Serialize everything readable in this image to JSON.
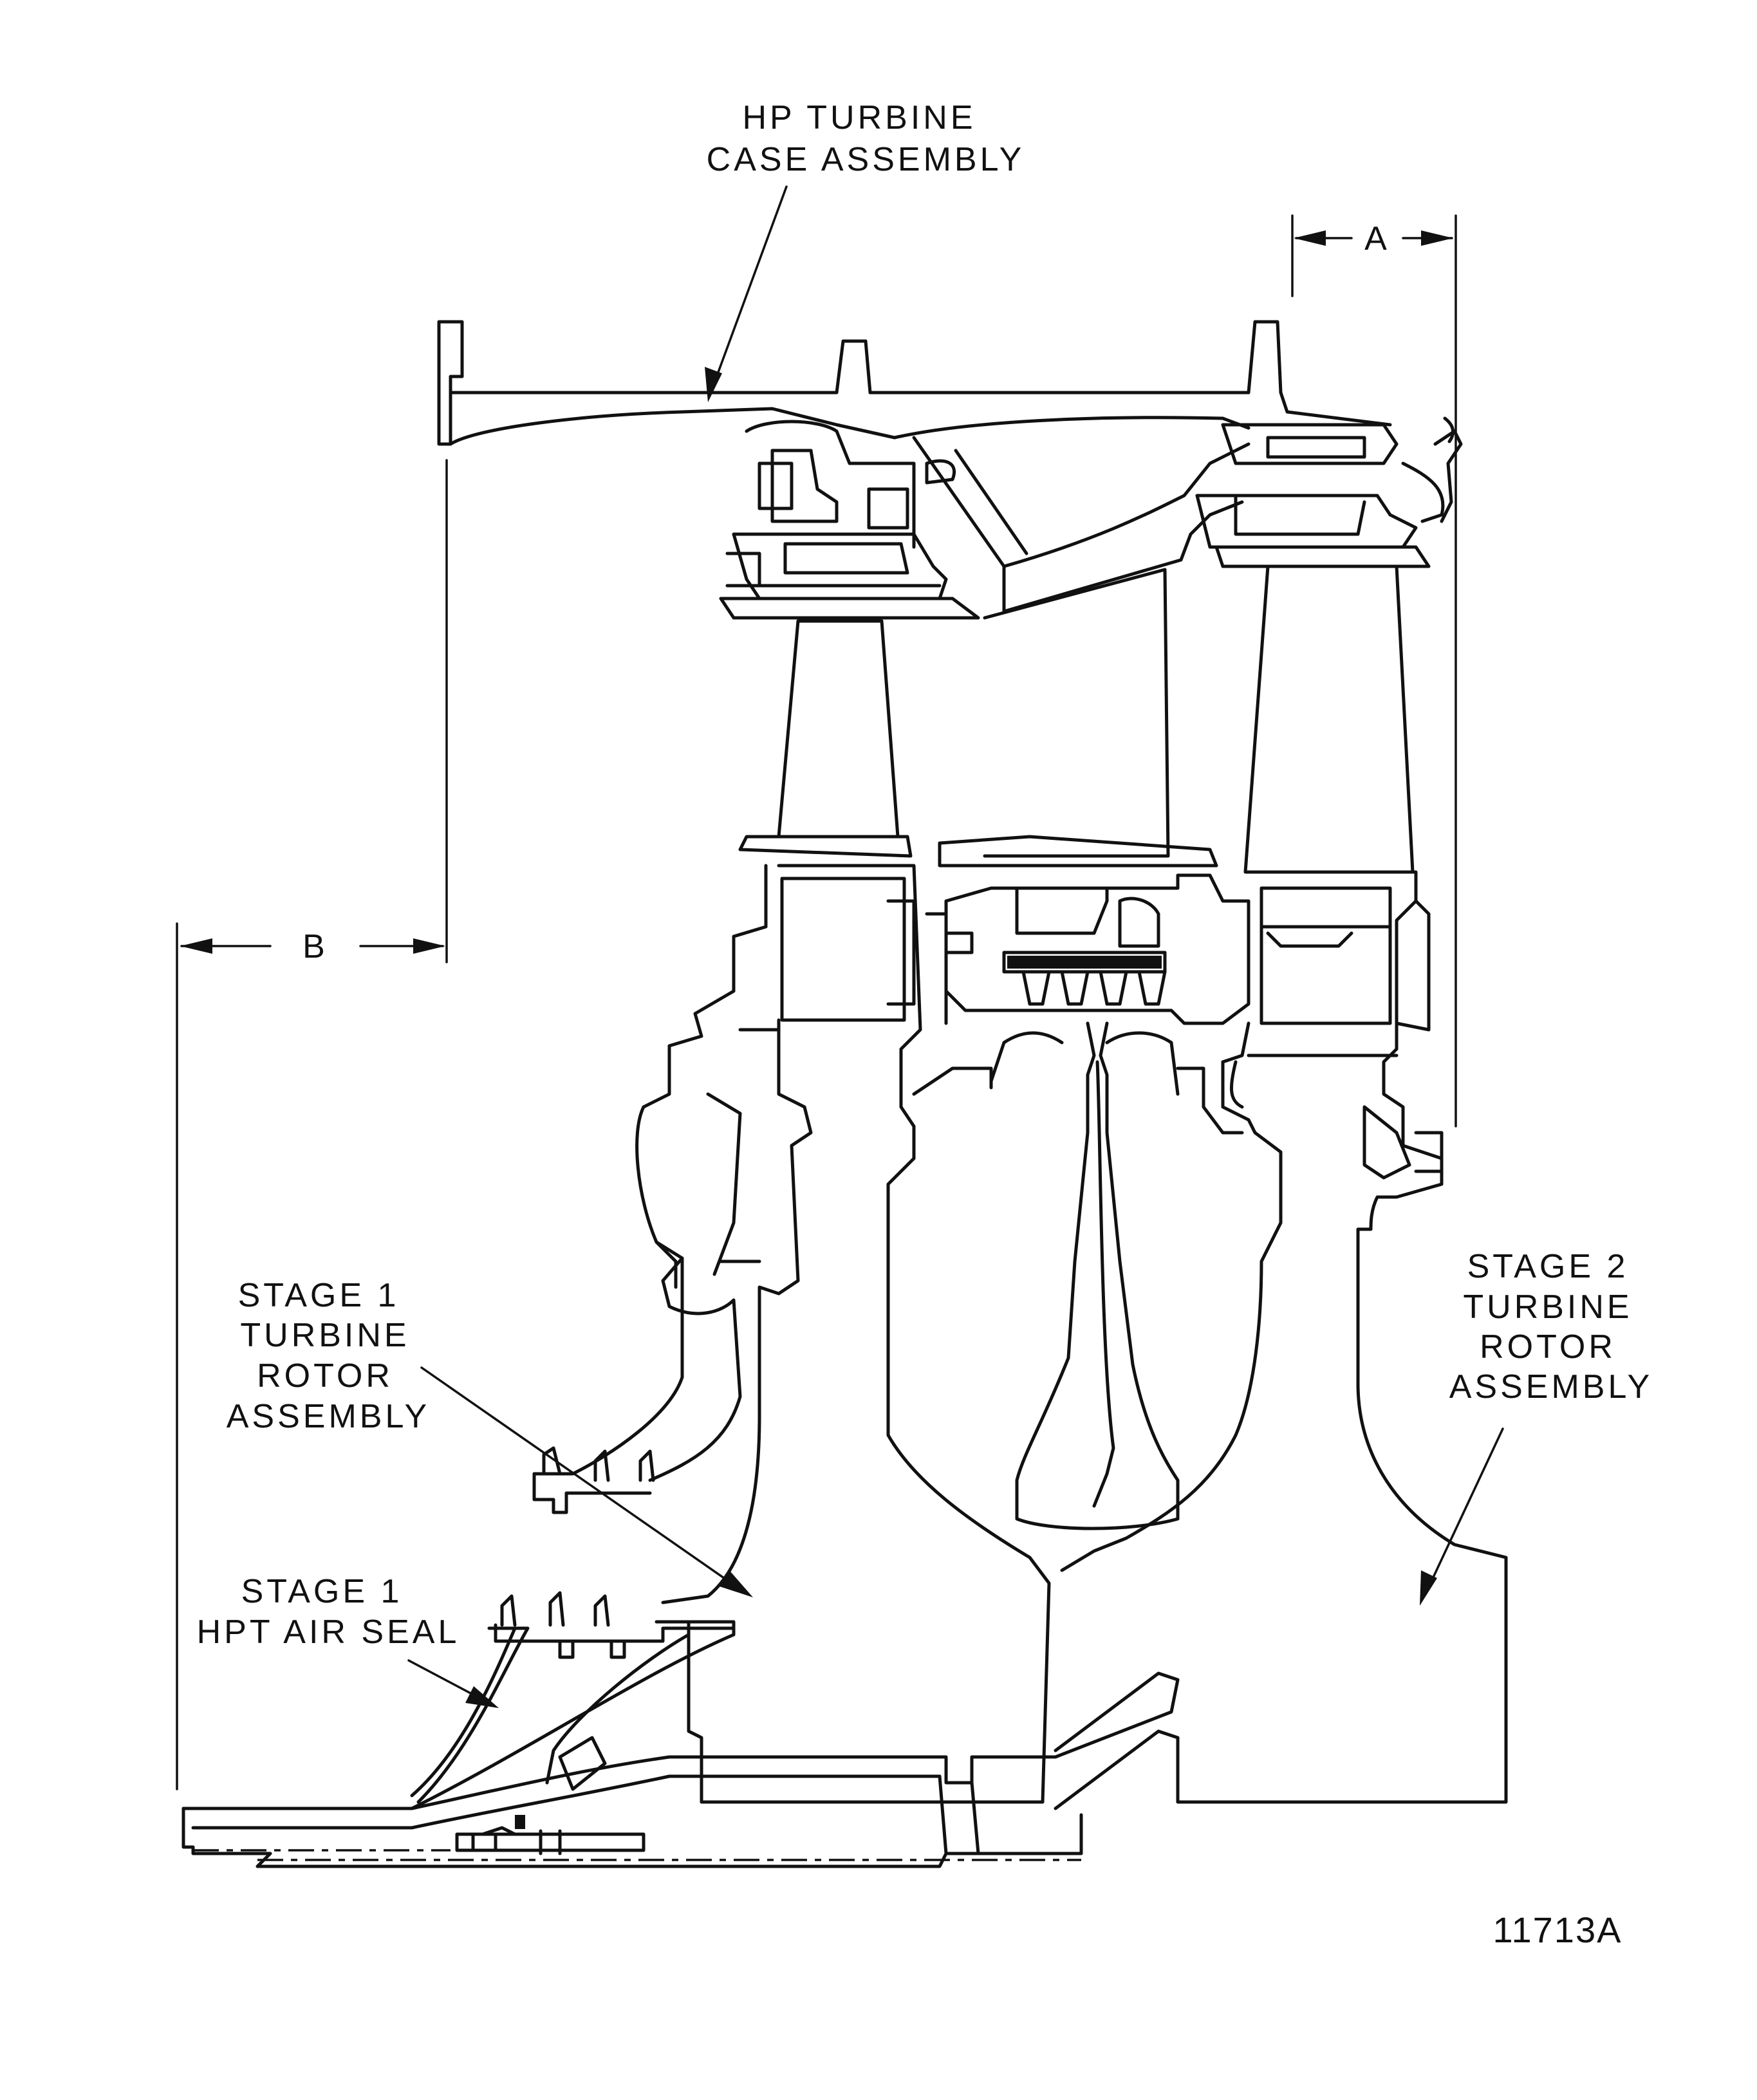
{
  "labels": {
    "hp_case_line1": "HP TURBINE",
    "hp_case_line2": "CASE ASSEMBLY",
    "stage1_rotor_line1": "STAGE 1",
    "stage1_rotor_line2": "TURBINE",
    "stage1_rotor_line3": "ROTOR",
    "stage1_rotor_line4": "ASSEMBLY",
    "stage1_seal_line1": "STAGE 1",
    "stage1_seal_line2": "HPT AIR SEAL",
    "stage2_rotor_line1": "STAGE 2",
    "stage2_rotor_line2": "TURBINE",
    "stage2_rotor_line3": "ROTOR",
    "stage2_rotor_line4": "ASSEMBLY",
    "dim_a": "A",
    "dim_b": "B",
    "figure_number": "11713A"
  },
  "colors": {
    "ink": "#111111",
    "paper": "#ffffff"
  }
}
